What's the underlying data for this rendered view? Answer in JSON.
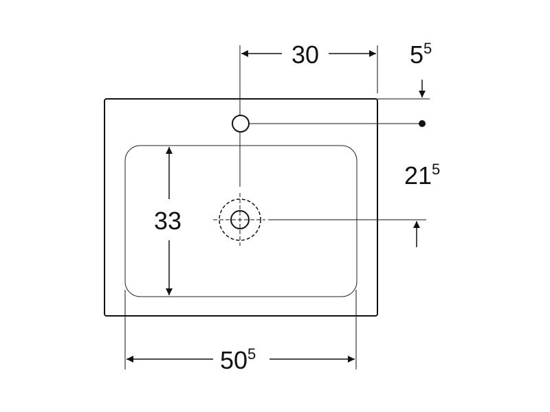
{
  "dimensions": {
    "tap_hole_offset": {
      "main": "30",
      "sup": ""
    },
    "rim_to_tap_hole": {
      "main": "5",
      "sup": "5"
    },
    "tap_hole_to_drain": {
      "main": "21",
      "sup": "5"
    },
    "bowl_depth": {
      "main": "33",
      "sup": ""
    },
    "bowl_width": {
      "main": "50",
      "sup": "5"
    }
  },
  "colors": {
    "line": "#111111",
    "background": "#ffffff"
  }
}
